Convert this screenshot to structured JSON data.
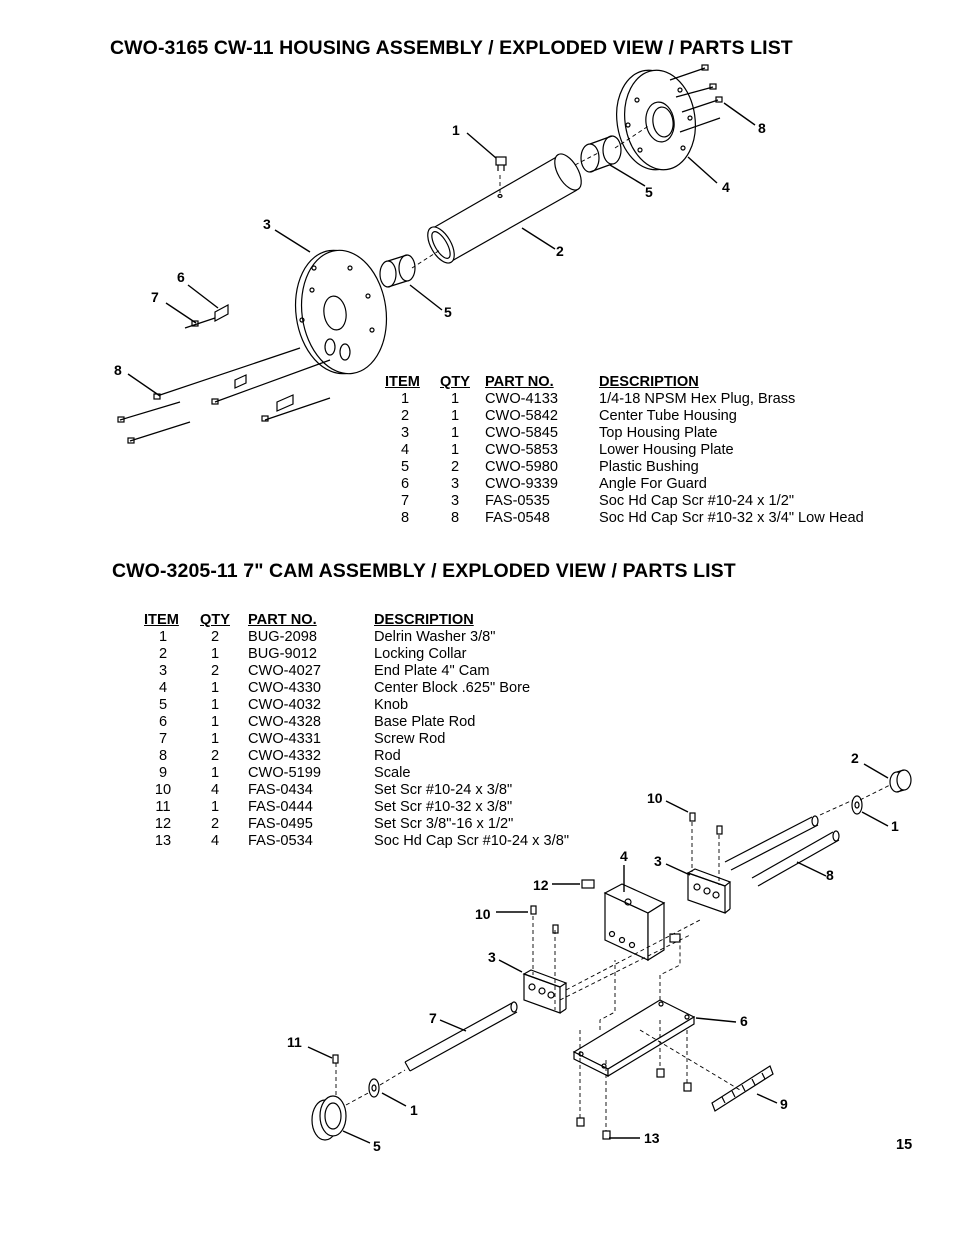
{
  "housing": {
    "title": "CWO-3165 CW-11 HOUSING ASSEMBLY / EXPLODED VIEW / PARTS LIST",
    "headers": {
      "item": "ITEM",
      "qty": "QTY",
      "part": "PART NO.",
      "desc": "DESCRIPTION"
    },
    "rows": [
      {
        "item": "1",
        "qty": "1",
        "part": "CWO-4133",
        "desc": "1/4-18 NPSM Hex Plug, Brass"
      },
      {
        "item": "2",
        "qty": "1",
        "part": "CWO-5842",
        "desc": "Center Tube Housing"
      },
      {
        "item": "3",
        "qty": "1",
        "part": "CWO-5845",
        "desc": "Top Housing Plate"
      },
      {
        "item": "4",
        "qty": "1",
        "part": "CWO-5853",
        "desc": "Lower Housing Plate"
      },
      {
        "item": "5",
        "qty": "2",
        "part": "CWO-5980",
        "desc": "Plastic Bushing"
      },
      {
        "item": "6",
        "qty": "3",
        "part": "CWO-9339",
        "desc": "Angle For Guard"
      },
      {
        "item": "7",
        "qty": "3",
        "part": "FAS-0535",
        "desc": "Soc Hd Cap Scr #10-24 x 1/2\""
      },
      {
        "item": "8",
        "qty": "8",
        "part": "FAS-0548",
        "desc": "Soc Hd Cap Scr #10-32 x 3/4\" Low Head"
      }
    ],
    "callouts": {
      "c1": "1",
      "c2": "2",
      "c3": "3",
      "c4": "4",
      "c5a": "5",
      "c5b": "5",
      "c6": "6",
      "c7": "7",
      "c8a": "8",
      "c8b": "8"
    }
  },
  "cam": {
    "title": "CWO-3205-11 7\" CAM ASSEMBLY / EXPLODED VIEW / PARTS LIST",
    "headers": {
      "item": "ITEM",
      "qty": "QTY",
      "part": "PART NO.",
      "desc": "DESCRIPTION"
    },
    "rows": [
      {
        "item": "1",
        "qty": "2",
        "part": "BUG-2098",
        "desc": "Delrin Washer 3/8\""
      },
      {
        "item": "2",
        "qty": "1",
        "part": "BUG-9012",
        "desc": "Locking Collar"
      },
      {
        "item": "3",
        "qty": "2",
        "part": "CWO-4027",
        "desc": "End Plate 4\" Cam"
      },
      {
        "item": "4",
        "qty": "1",
        "part": "CWO-4330",
        "desc": "Center Block .625\" Bore"
      },
      {
        "item": "5",
        "qty": "1",
        "part": "CWO-4032",
        "desc": "Knob"
      },
      {
        "item": "6",
        "qty": "1",
        "part": "CWO-4328",
        "desc": "Base Plate Rod"
      },
      {
        "item": "7",
        "qty": "1",
        "part": "CWO-4331",
        "desc": "Screw Rod"
      },
      {
        "item": "8",
        "qty": "2",
        "part": "CWO-4332",
        "desc": "Rod"
      },
      {
        "item": "9",
        "qty": "1",
        "part": "CWO-5199",
        "desc": "Scale"
      },
      {
        "item": "10",
        "qty": "4",
        "part": "FAS-0434",
        "desc": "Set Scr #10-24 x 3/8\""
      },
      {
        "item": "11",
        "qty": "1",
        "part": "FAS-0444",
        "desc": "Set Scr #10-32 x 3/8\""
      },
      {
        "item": "12",
        "qty": "2",
        "part": "FAS-0495",
        "desc": "Set Scr 3/8\"-16 x 1/2\""
      },
      {
        "item": "13",
        "qty": "4",
        "part": "FAS-0534",
        "desc": "Soc Hd Cap Scr #10-24 x 3/8\""
      }
    ],
    "callouts": {
      "c1a": "1",
      "c1b": "1",
      "c2": "2",
      "c3a": "3",
      "c3b": "3",
      "c4": "4",
      "c5": "5",
      "c6": "6",
      "c7": "7",
      "c8": "8",
      "c9": "9",
      "c10a": "10",
      "c10b": "10",
      "c11": "11",
      "c12": "12",
      "c13": "13"
    }
  },
  "page_number": "15"
}
